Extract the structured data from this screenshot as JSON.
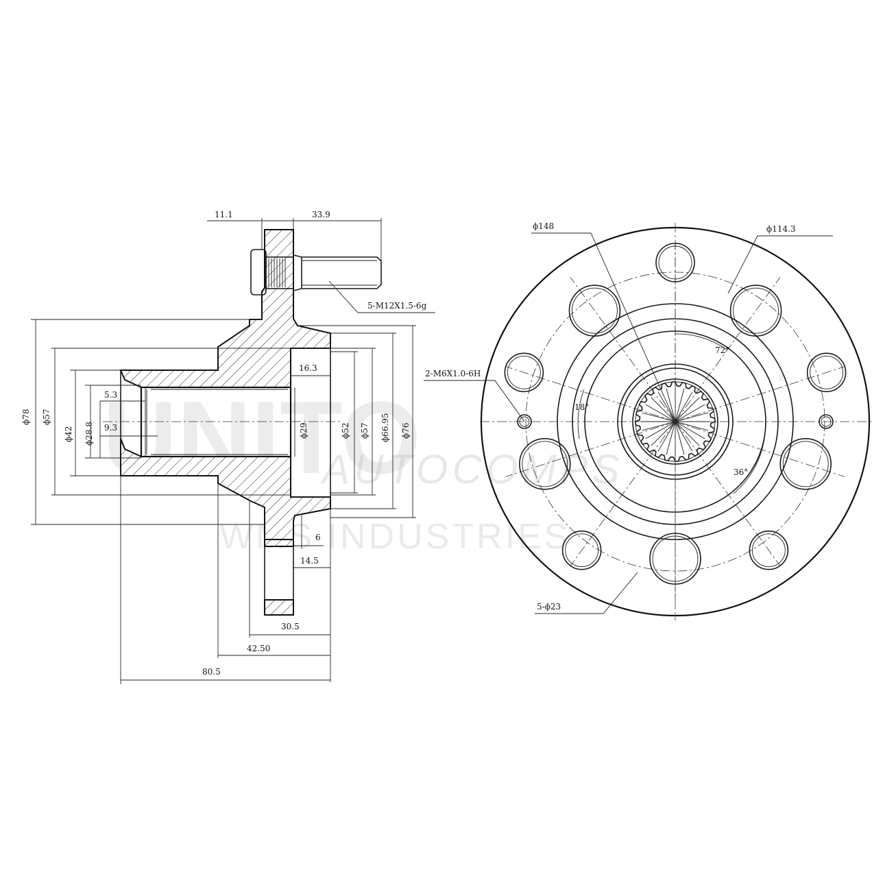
{
  "watermark": {
    "brand": "UNITO",
    "line1": "AUTOCOMPS",
    "line2": "WMS INDUSTRIES",
    "mark": "®"
  },
  "side_view": {
    "top_dims": [
      "11.1",
      "33.9"
    ],
    "stud_label": "5-M12X1.5-6g",
    "left_dims": [
      "ϕ78",
      "ϕ57",
      "ϕ42",
      "ϕ28.8"
    ],
    "inner_dims": [
      "5.3",
      "9.3",
      "16.3"
    ],
    "right_dims": [
      "ϕ29",
      "ϕ52",
      "ϕ57",
      "ϕ66.95",
      "ϕ76"
    ],
    "bottom_dims": [
      "6",
      "14.5",
      "30.5",
      "42.50",
      "80.5"
    ]
  },
  "front_view": {
    "pcd_outer": "ϕ148",
    "pcd_bolt": "ϕ114.3",
    "tapped_holes": "2-M6X1.0-6H",
    "angle_72": "72°",
    "angle_18": "18°",
    "angle_36": "36°",
    "holes": "5-ϕ23"
  }
}
